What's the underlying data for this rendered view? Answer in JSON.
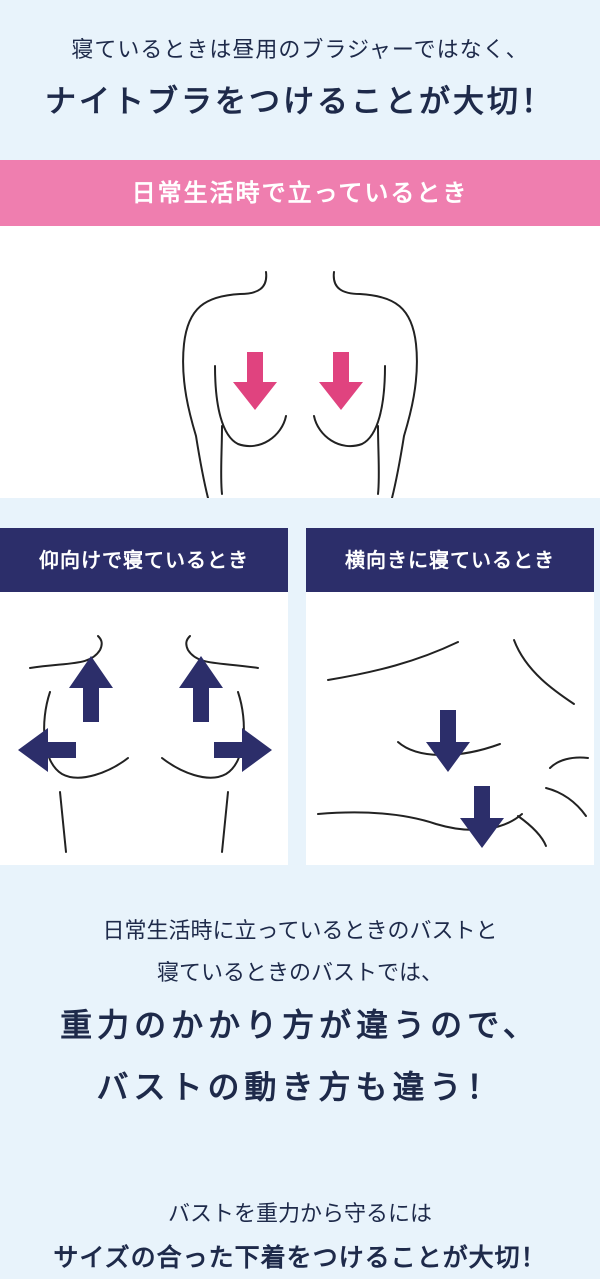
{
  "intro": {
    "subtitle": "寝ているときは昼用のブラジャーではなく、",
    "headline": "ナイトブラをつけることが大切！"
  },
  "panels": {
    "standing": {
      "label": "日常生活時で立っているとき"
    },
    "lying_back": {
      "label": "仰向けで寝ているとき"
    },
    "lying_side": {
      "label": "横向きに寝ているとき"
    }
  },
  "explanation": {
    "line1": "日常生活時に立っているときのバストと",
    "line2": "寝ているときのバストでは、",
    "emphasis1": "重力のかかり方が違うので、",
    "emphasis2": "バストの動き方も違う！"
  },
  "protection": {
    "line1": "バストを重力から守るには",
    "headline": "サイズの合った下着をつけることが大切！"
  },
  "colors": {
    "pink_banner": "#ef7eaf",
    "navy_banner": "#2c2e6a",
    "pink_arrow": "#e0437f",
    "navy_arrow": "#2c2e6a",
    "background": "#e8f3fb"
  }
}
